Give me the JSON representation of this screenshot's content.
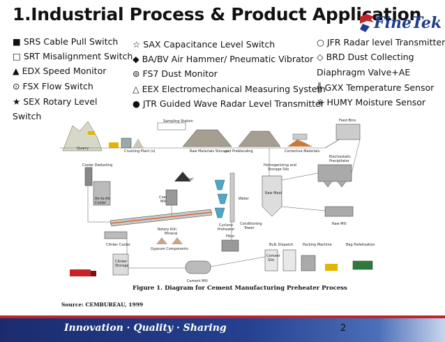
{
  "title": "1.Industrial Process & Product Application",
  "brand": {
    "name": "FineTek",
    "color": "#1f3d8c",
    "accent": "#c4232a"
  },
  "legend": [
    {
      "symbol": "■",
      "text": "SRS Cable Pull Switch"
    },
    {
      "symbol": "□",
      "text": "SRT Misalignment Switch"
    },
    {
      "symbol": "▲",
      "text": "EDX Speed Monitor"
    },
    {
      "symbol": "⊙",
      "text": "FSX Flow Switch"
    },
    {
      "symbol": "★",
      "text": "SEX Rotary Level"
    },
    {
      "symbol": "",
      "text": "Switch"
    },
    {
      "symbol": "☆",
      "text": "SAX Capacitance Level Switch"
    },
    {
      "symbol": "◆",
      "text": "BA/BV Air Hammer/ Pneumatic Vibrator"
    },
    {
      "symbol": "⊚",
      "text": "FS7 Dust Monitor"
    },
    {
      "symbol": "△",
      "text": "EEX Electromechanical Measuring System"
    },
    {
      "symbol": "●",
      "text": "JTR Guided Wave Radar Level Transmitter"
    },
    {
      "symbol": "○",
      "text": "JFR Radar level Transmitter"
    },
    {
      "symbol": "◇",
      "text": "BRD Dust Collecting"
    },
    {
      "symbol": "",
      "text": "Diaphragm Valve+AE"
    },
    {
      "symbol": "╬",
      "text": "GXX Temperature Sensor"
    },
    {
      "symbol": "※",
      "text": "HUMY Moisture Sensor"
    }
  ],
  "diagram": {
    "labels": {
      "sampling": "Sampling Station",
      "feed_bin": "Feed Bins",
      "quarry": "Quarry",
      "crushing": "Crushing Plant (s)",
      "raw_storage": "Raw Materials Storage",
      "preblending": "and Preblending",
      "corrective": "Corrective Materials",
      "electrostatic": "Electrostatic",
      "precipitator": "Precipitator",
      "cooler_dedusting": "Cooler Dedusting",
      "homogenizing": "Homogenizing and",
      "storage_silo": "Storage Silo",
      "coal": "Coal",
      "raw_meal": "Raw Meal",
      "air_cooler": "Air-to-Air",
      "cooler": "Cooler",
      "coal_mill": "Coal",
      "mill": "Mill",
      "water": "Water",
      "rotary_kiln": "Rotary Kiln",
      "cyclone": "Cyclone",
      "preheater": "Preheater",
      "conditioning": "Conditioning",
      "tower": "Tower",
      "raw_mill": "Raw Mill",
      "mineral": "Mineral",
      "gypsum": "Gypsum Components",
      "clinker_cooler": "Clinker Cooler",
      "filter": "Filter",
      "bulk_dispatch": "Bulk Dispatch",
      "packing": "Packing Machine",
      "bag_pallet": "Bag Palletization",
      "clinker_storage": "Clinker",
      "storage": "Storage",
      "cement_silo": "Cement",
      "silo": "Silo",
      "cement_mill": "Cement Mill"
    },
    "caption": "Figure 1. Diagram for Cement Manufacturing Preheater Process",
    "source": "Source: CEMBUREAU, 1999"
  },
  "footer": {
    "tagline": "Innovation · Quality · Sharing",
    "page": "2"
  }
}
